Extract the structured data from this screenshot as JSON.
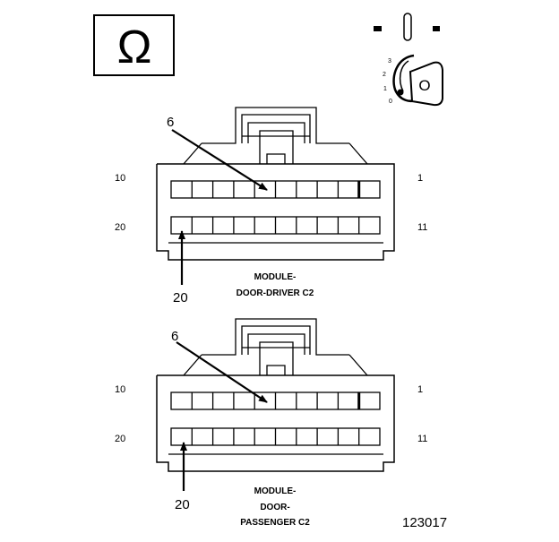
{
  "ignition_symbol": {
    "glyph": "Ω",
    "icon": "omega-icon"
  },
  "ignition_switch": {
    "icon": "ignition-key-icon",
    "positions": [
      "3",
      "2",
      "1",
      "0"
    ],
    "key_letter": "O"
  },
  "connectors": [
    {
      "id": "driver",
      "pins": {
        "top_left": "10",
        "top_right": "1",
        "bottom_left": "20",
        "bottom_right": "11"
      },
      "callouts": {
        "upper": "6",
        "lower": "20"
      },
      "caption": [
        "MODULE-",
        "DOOR-DRIVER C2"
      ]
    },
    {
      "id": "passenger",
      "pins": {
        "top_left": "10",
        "top_right": "1",
        "bottom_left": "20",
        "bottom_right": "11"
      },
      "callouts": {
        "upper": "6",
        "lower": "20"
      },
      "caption": [
        "MODULE-",
        "DOOR-",
        "PASSENGER C2"
      ]
    }
  ],
  "figure_id": "123017"
}
